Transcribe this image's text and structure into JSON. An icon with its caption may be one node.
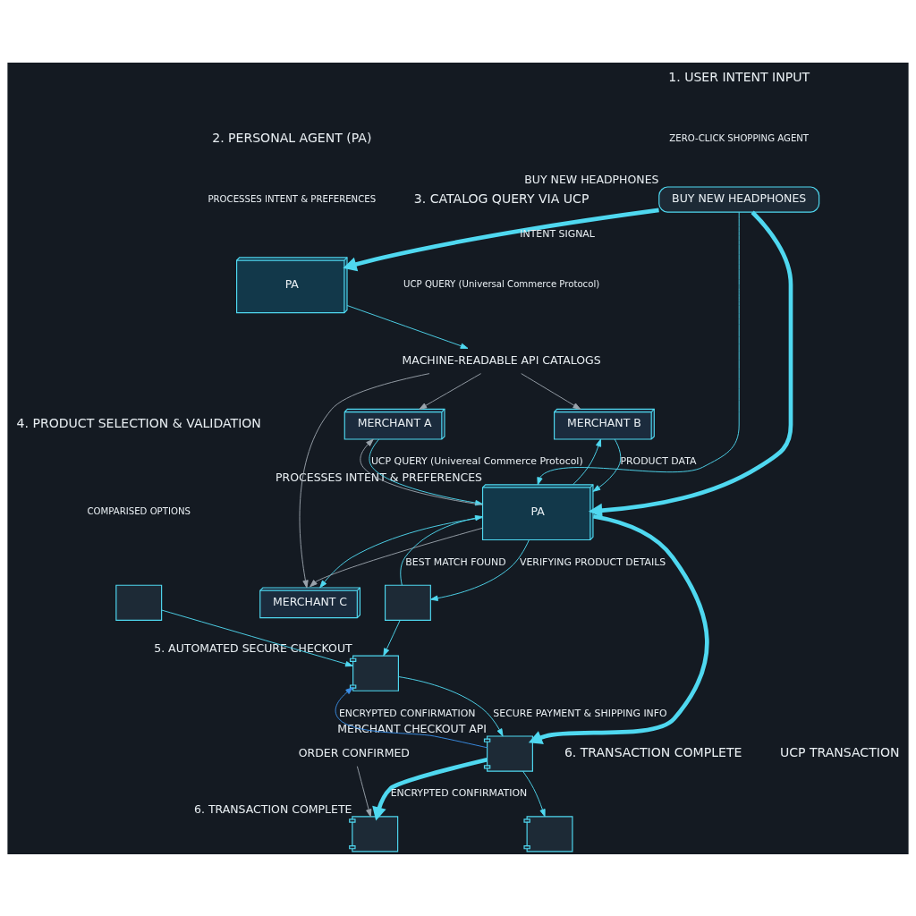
{
  "diagram": {
    "nodes": [
      {
        "text": [
          "BUY NEW HEADPHONES"
        ],
        "beside": [
          "BUY NEW HEADPHONES"
        ]
      },
      {
        "text": [
          "PA"
        ]
      },
      {
        "text": [
          "MACHINE-READABLE API CATALOGS"
        ]
      },
      {
        "text": [
          "MERCHANT A"
        ]
      },
      {
        "text": [
          "MERCHANT B"
        ]
      },
      {
        "text": [
          "MERCHANT C"
        ]
      },
      {
        "text": [
          "PA"
        ],
        "beside": [
          "PROCESSES INTENT & PREFERENCES"
        ]
      },
      {
        "text": [],
        "shape": "box"
      },
      {
        "text": [],
        "shape": "box"
      },
      {
        "text": [],
        "shape": "picture",
        "beside": [
          "5. AUTOMATED SECURE CHECKOUT"
        ]
      },
      {
        "text": [],
        "shape": "picture",
        "beside": [
          "MERCHANT CHECKOUT API"
        ]
      },
      {
        "text": [],
        "shape": "picture"
      },
      {
        "text": [],
        "shape": "picture",
        "beside": [
          "6. TRANSACTION COMPLETE"
        ]
      },
      {
        "text": [
          "ORDER CONFIRMED"
        ]
      }
    ],
    "edges": [
      {
        "from": 0,
        "to": 1,
        "arrow": "to",
        "label": "INTENT SIGNAL",
        "style": "thick"
      },
      {
        "from": 0,
        "to": 6,
        "arrow": "to",
        "style": "thick"
      },
      {
        "from": 0,
        "to": 6,
        "arrow": "to"
      },
      {
        "from": 1,
        "to": 2,
        "arrow": "to"
      },
      {
        "from": 2,
        "to": 3,
        "arrow": "to",
        "color": "#9aa3ab"
      },
      {
        "from": 2,
        "to": 4,
        "arrow": "to",
        "color": "#9aa3ab"
      },
      {
        "from": 2,
        "to": 5,
        "arrow": "to",
        "color": "#9aa3ab"
      },
      {
        "from": 3,
        "to": 6,
        "arrow": "to",
        "label": "UCP QUERY (Univereal Commerce Protocol)"
      },
      {
        "from": 6,
        "to": 3,
        "arrow": "to",
        "color": "#9aa3ab"
      },
      {
        "from": 4,
        "to": 6,
        "arrow": "to",
        "label": "PRODUCT DATA"
      },
      {
        "from": 6,
        "to": 4,
        "arrow": "to"
      },
      {
        "from": 6,
        "to": 5,
        "arrow": "to"
      },
      {
        "from": 6,
        "to": 5,
        "arrow": "to",
        "color": "#9aa3ab"
      },
      {
        "from": 8,
        "to": 6,
        "arrow": "to",
        "label": "BEST MATCH FOUND"
      },
      {
        "from": 6,
        "to": 8,
        "arrow": "to",
        "label": "VERIFYING PRODUCT DETAILS"
      },
      {
        "from": 7,
        "to": 9,
        "arrow": "to"
      },
      {
        "from": 8,
        "to": 9,
        "arrow": "to"
      },
      {
        "from": 6,
        "to": 10,
        "arrow": "to",
        "style": "thick"
      },
      {
        "from": 9,
        "to": 10,
        "arrow": "to",
        "label": "SECURE PAYMENT & SHIPPING INFO"
      },
      {
        "from": 10,
        "to": 9,
        "arrow": "to",
        "label": "ENCRYPTED CONFIRMATION",
        "color": "#3a8ee6"
      },
      {
        "from": 10,
        "to": 11,
        "arrow": "to"
      },
      {
        "from": 10,
        "to": 12,
        "arrow": "to",
        "label": "ENCRYPTED CONFIRMATION",
        "style": "thick"
      },
      {
        "from": 13,
        "to": 12,
        "arrow": "to",
        "color": "#9aa3ab"
      }
    ],
    "labels": [
      "1. USER INTENT INPUT",
      "ZERO-CLICK SHOPPING AGENT",
      "2. PERSONAL AGENT (PA)",
      "PROCESSES INTENT & PREFERENCES",
      "3. CATALOG QUERY VIA UCP",
      "UCP QUERY (Universal Commerce Protocol)",
      "4. PRODUCT SELECTION & VALIDATION",
      "COMPARISED OPTIONS",
      "6. TRANSACTION COMPLETE",
      "UCP TRANSACTION"
    ]
  }
}
